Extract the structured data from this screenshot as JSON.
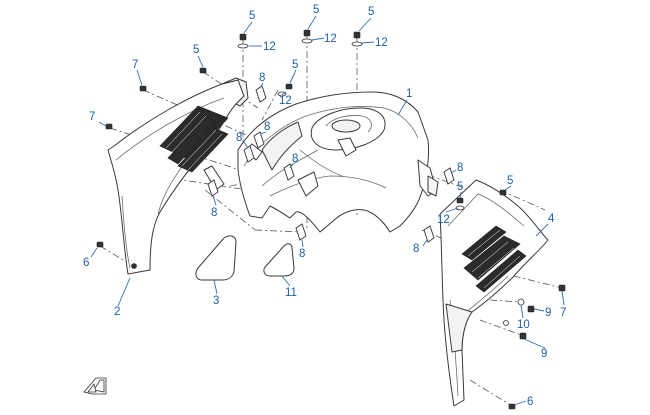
{
  "diagram": {
    "callouts": [
      {
        "id": "c5a",
        "label": "5"
      },
      {
        "id": "c5b",
        "label": "5"
      },
      {
        "id": "c5c",
        "label": "5"
      },
      {
        "id": "c12a",
        "label": "12"
      },
      {
        "id": "c12b",
        "label": "12"
      },
      {
        "id": "c12c",
        "label": "12"
      },
      {
        "id": "c5d",
        "label": "5"
      },
      {
        "id": "c7a",
        "label": "7"
      },
      {
        "id": "c8a",
        "label": "8"
      },
      {
        "id": "c5e",
        "label": "5"
      },
      {
        "id": "c12d",
        "label": "12"
      },
      {
        "id": "c1",
        "label": "1"
      },
      {
        "id": "c7b",
        "label": "7"
      },
      {
        "id": "c8b",
        "label": "8"
      },
      {
        "id": "c8c",
        "label": "8"
      },
      {
        "id": "c8d",
        "label": "8"
      },
      {
        "id": "c8e",
        "label": "8"
      },
      {
        "id": "c5f",
        "label": "5"
      },
      {
        "id": "c5g",
        "label": "5"
      },
      {
        "id": "c12e",
        "label": "12"
      },
      {
        "id": "c4",
        "label": "4"
      },
      {
        "id": "c8f",
        "label": "8"
      },
      {
        "id": "c8g",
        "label": "8"
      },
      {
        "id": "c8h",
        "label": "8"
      },
      {
        "id": "c6a",
        "label": "6"
      },
      {
        "id": "c2",
        "label": "2"
      },
      {
        "id": "c3",
        "label": "3"
      },
      {
        "id": "c11",
        "label": "11"
      },
      {
        "id": "c10",
        "label": "10"
      },
      {
        "id": "c9a",
        "label": "9"
      },
      {
        "id": "c7c",
        "label": "7"
      },
      {
        "id": "c9b",
        "label": "9"
      },
      {
        "id": "c6b",
        "label": "6"
      }
    ]
  }
}
